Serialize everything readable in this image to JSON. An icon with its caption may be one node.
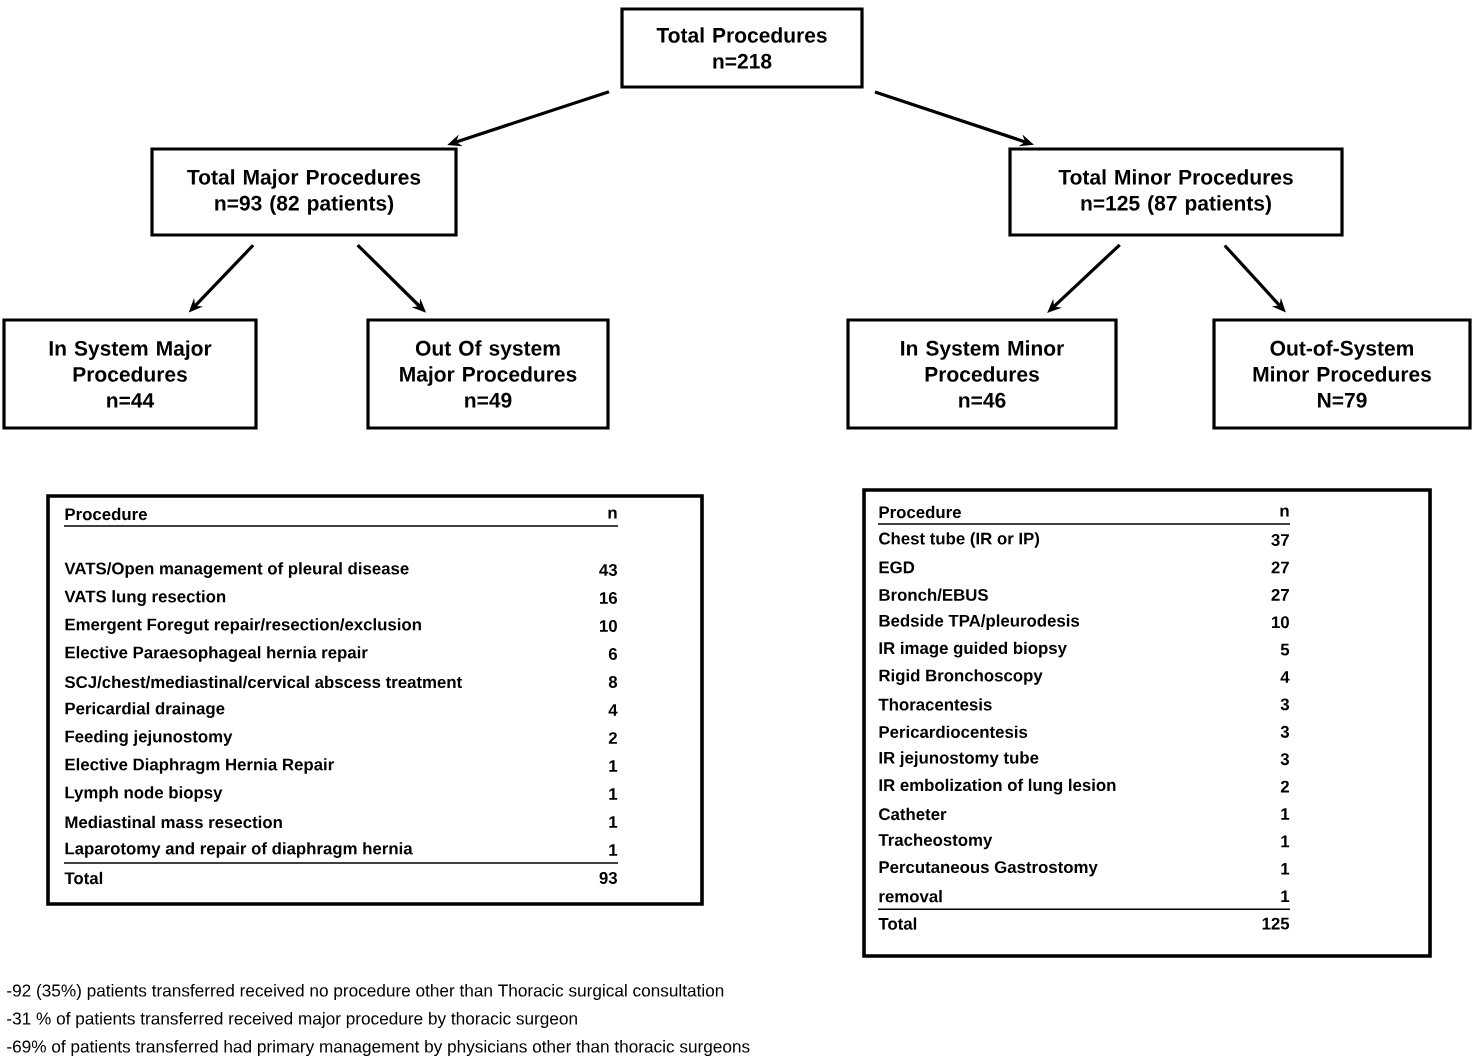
{
  "diagram": {
    "nodes": [
      {
        "text": [
          "Total Procedures",
          "n=218"
        ]
      },
      {
        "text": [
          "Total Major Procedures",
          "n=93 (82 patients)"
        ]
      },
      {
        "text": [
          "Total Minor  Procedures",
          "n=125 (87 patients)"
        ]
      },
      {
        "text": [
          "In System Major Procedures",
          "n=44"
        ]
      },
      {
        "text": [
          "Out Of system Major Procedures",
          "n=49"
        ]
      },
      {
        "text": [
          "In System Minor Procedures",
          "n=46"
        ]
      },
      {
        "text": [
          "Out-of-System Minor Procedures",
          "N=79"
        ]
      }
    ],
    "edges": [
      {
        "from": 0,
        "to": 1,
        "arrow": "to"
      },
      {
        "from": 0,
        "to": 2,
        "arrow": "to"
      },
      {
        "from": 1,
        "to": 3,
        "arrow": "to"
      },
      {
        "from": 1,
        "to": 4,
        "arrow": "to"
      },
      {
        "from": 2,
        "to": 5,
        "arrow": "to"
      },
      {
        "from": 2,
        "to": 6,
        "arrow": "to"
      }
    ],
    "labels": [
      "Procedure",
      "n",
      "VATS/Open management of pleural disease",
      "43",
      "VATS lung resection",
      "16",
      "Emergent Foregut repair/resection/exclusion",
      "10",
      "Elective Paraesophageal hernia repair",
      "6",
      "SCJ/chest/mediastinal/cervical abscess treatment",
      "8",
      "Pericardial drainage",
      "4",
      "Feeding jejunostomy",
      "2",
      "Elective Diaphragm Hernia Repair",
      "1",
      "Lymph node biopsy",
      "1",
      "Mediastinal mass resection",
      "1",
      "Laparotomy and repair of diaphragm hernia",
      "1",
      "Total",
      "93",
      "Procedure",
      "n",
      "Chest tube (IR or IP)",
      "37",
      "EGD",
      "27",
      "Bronch/EBUS",
      "27",
      "Bedside TPA/pleurodesis",
      "10",
      "IR image guided biopsy",
      "5",
      "Rigid Bronchoscopy",
      "4",
      "Thoracentesis",
      "3",
      "Pericardiocentesis",
      "3",
      "IR jejunostomy tube",
      "3",
      "IR embolization of lung lesion",
      "2",
      "Catheter",
      "1",
      "Tracheostomy",
      "1",
      "Percutaneous Gastrostomy",
      "1",
      "removal",
      "1",
      "Total",
      "125",
      "-92 (35%) patients transferred received no procedure other than Thoracic surgical consultation",
      "-31 % of patients transferred received major procedure by thoracic surgeon",
      "-69% of patients transferred had primary management by physicians other than thoracic surgeons"
    ]
  }
}
